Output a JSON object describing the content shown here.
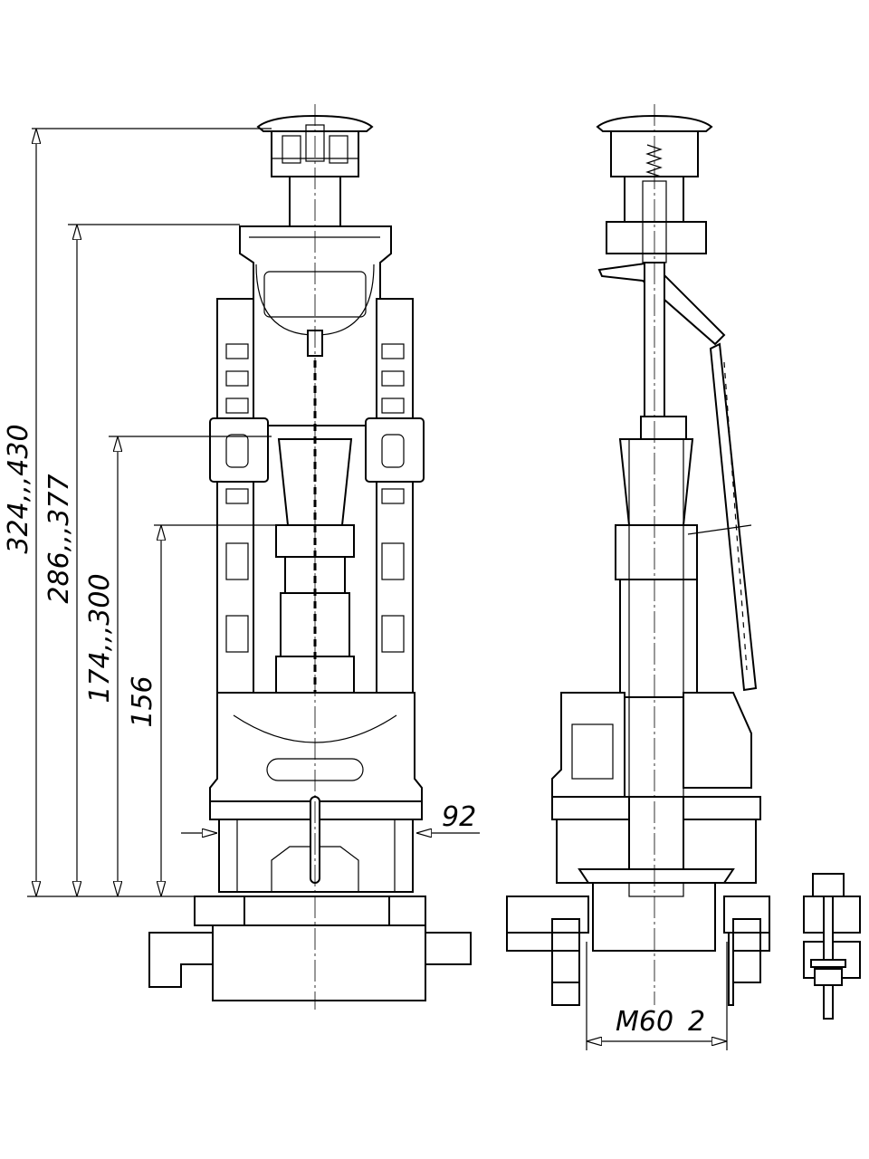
{
  "drawing": {
    "dimensions": {
      "total_height": "324,,,430",
      "frame_height": "286,,,377",
      "float_height": "174,,,300",
      "min_height": "156",
      "housing_width": "92",
      "thread": "M60",
      "thread_overlap": "2"
    },
    "colors": {
      "line": "#000000",
      "background": "#ffffff"
    }
  }
}
